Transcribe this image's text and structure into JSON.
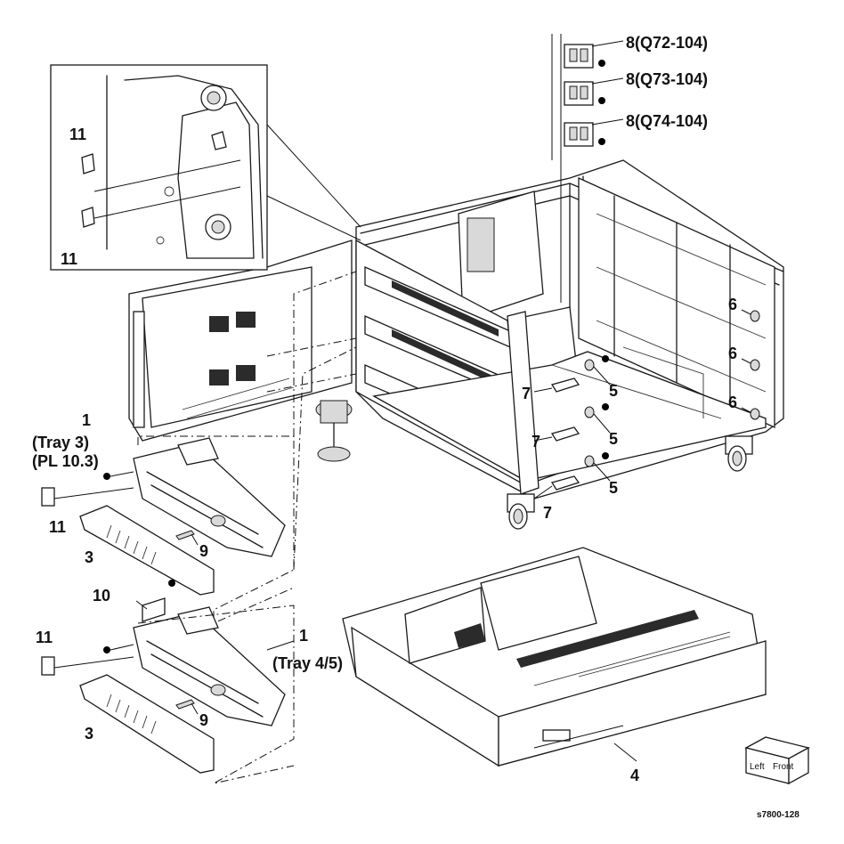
{
  "callouts": {
    "c1_upper": "1",
    "tray3": "(Tray 3)",
    "pl103": "(PL 10.3)",
    "c1_lower": "1",
    "tray45": "(Tray 4/5)",
    "c3_upper": "3",
    "c3_lower": "3",
    "c4": "4",
    "c5_a": "5",
    "c5_b": "5",
    "c5_c": "5",
    "c6_a": "6",
    "c6_b": "6",
    "c6_c": "6",
    "c7_a": "7",
    "c7_b": "7",
    "c7_c": "7",
    "c8_a": "8(Q72-104)",
    "c8_b": "8(Q73-104)",
    "c8_c": "8(Q74-104)",
    "c9_upper": "9",
    "c9_lower": "9",
    "c10": "10",
    "c11_inset_top": "11",
    "c11_inset_bottom": "11",
    "c11_upper": "11",
    "c11_lower": "11"
  },
  "orientation_cube": {
    "left": "Left",
    "front": "Front"
  },
  "figure_id": "s7800-128"
}
